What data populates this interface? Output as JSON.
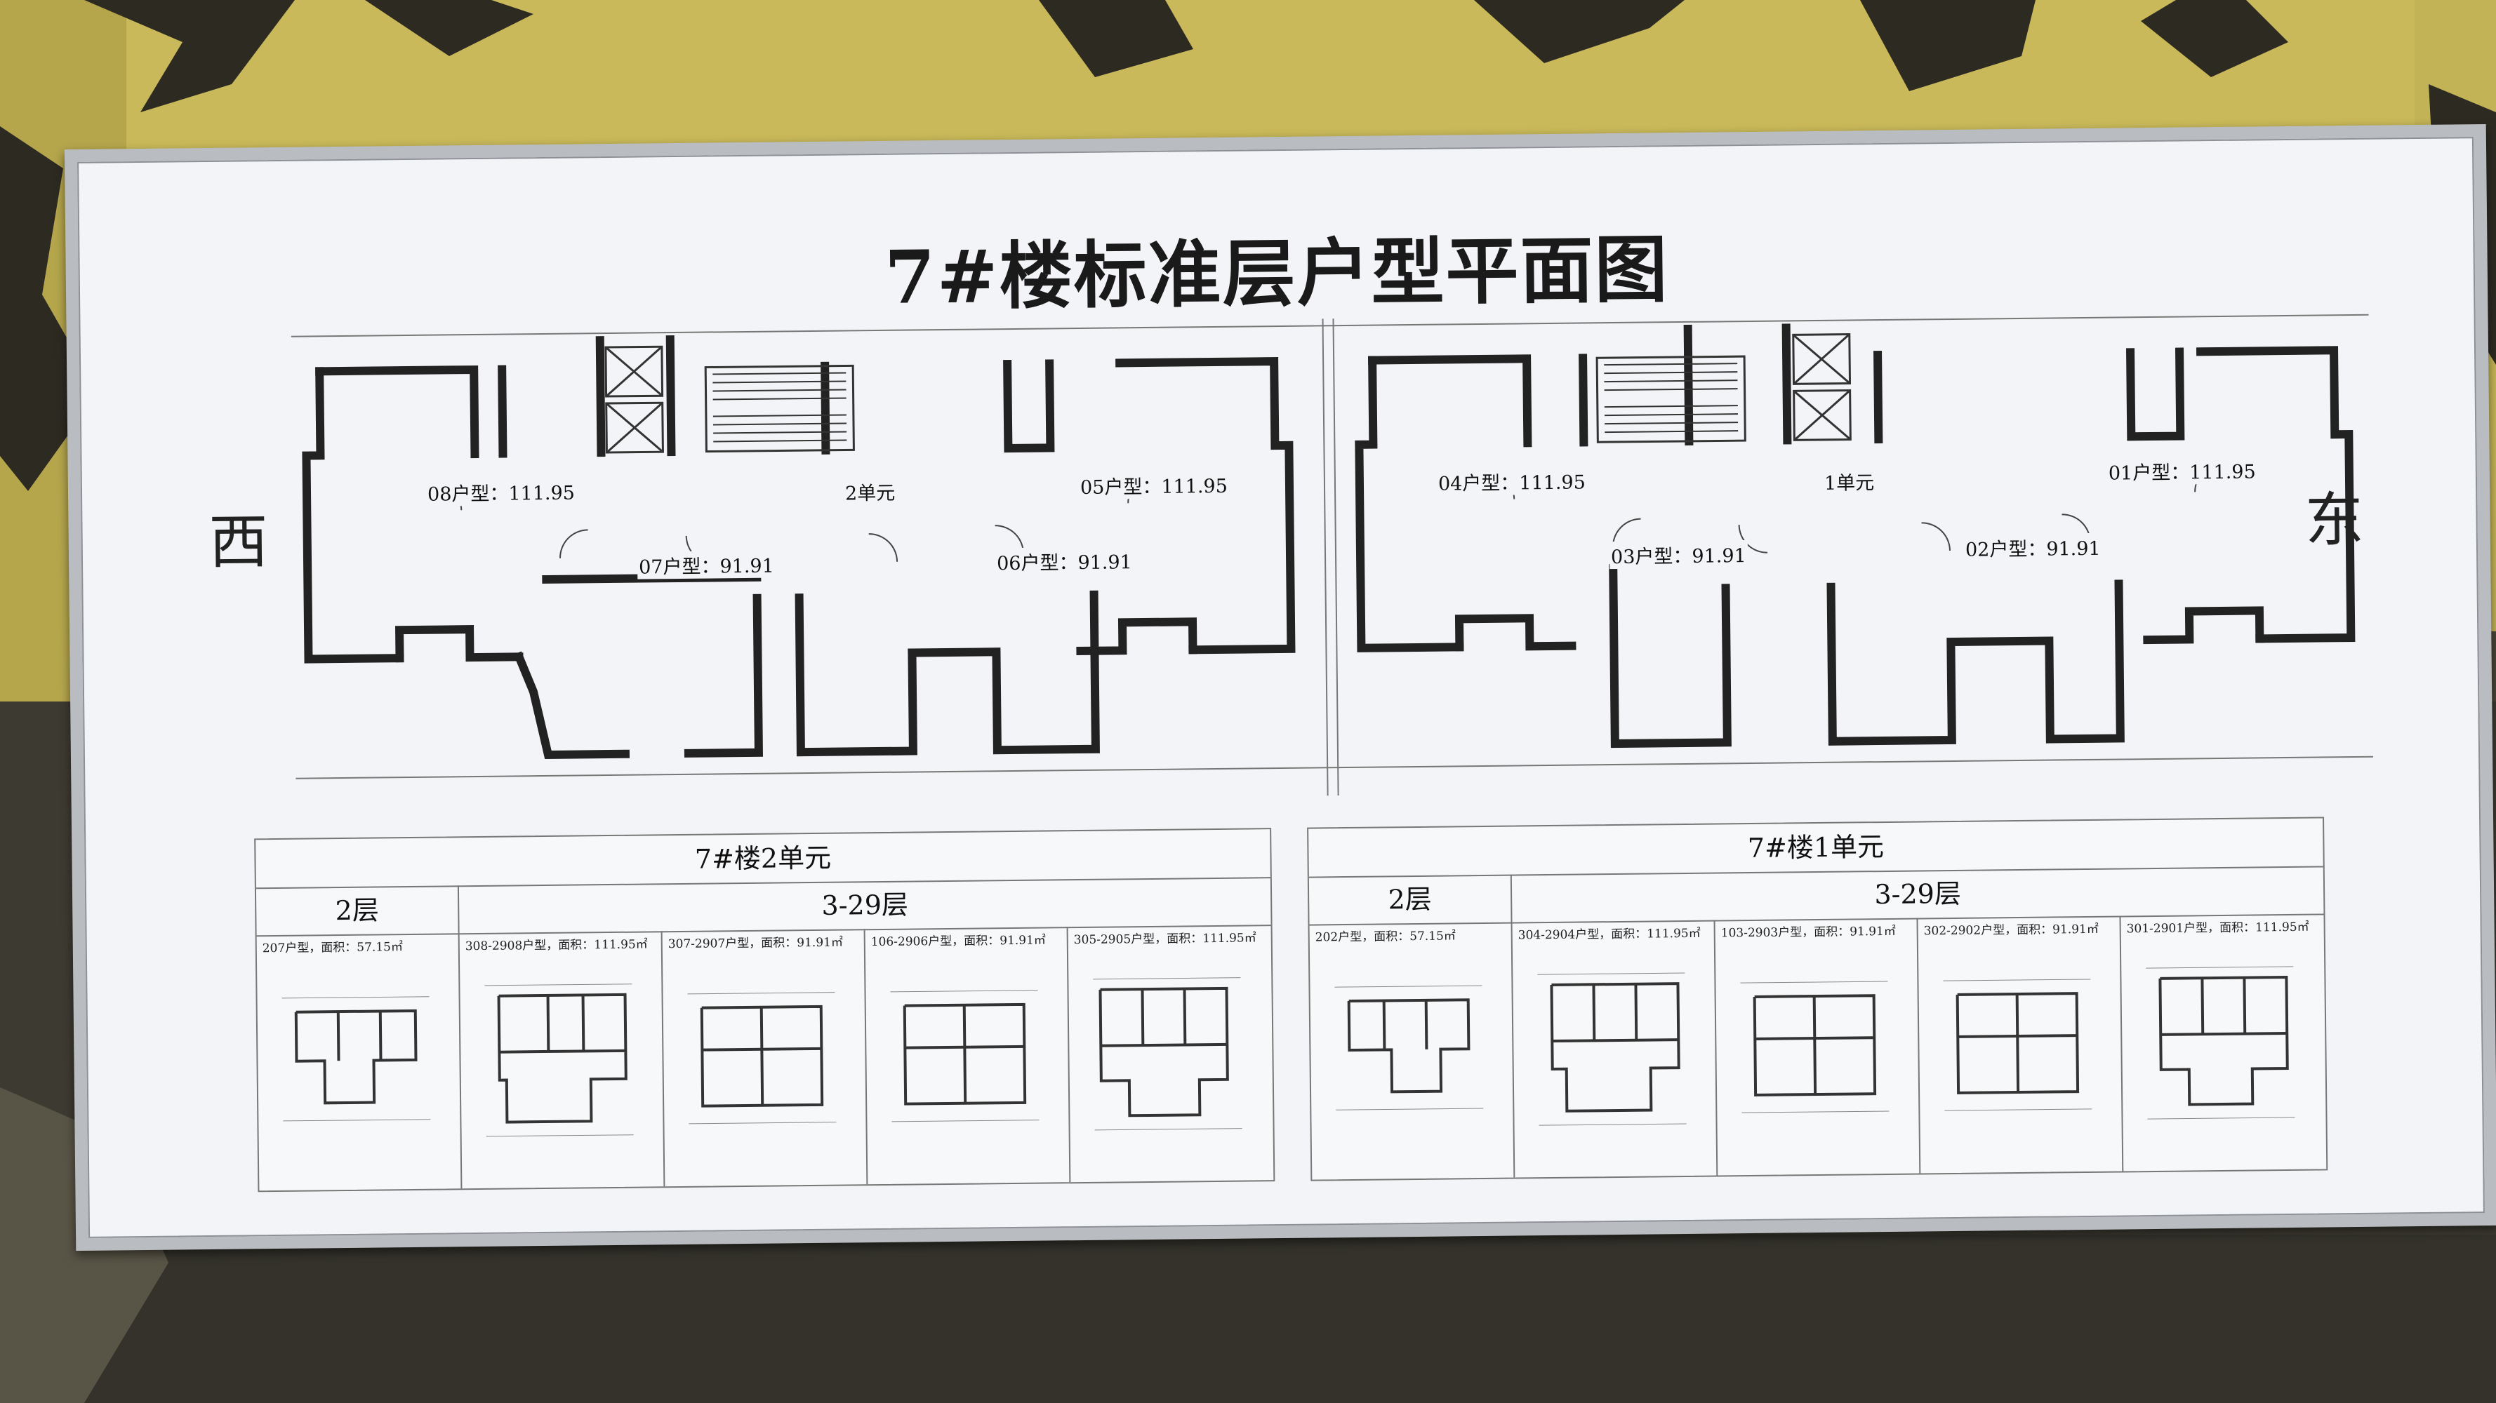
{
  "board": {
    "title": "7#楼标准层户型平面图",
    "west_label": "西",
    "east_label": "东"
  },
  "plan_labels": [
    "08户型：111.95",
    "2单元",
    "05户型：111.95",
    "07户型：91.91",
    "06户型：91.91",
    "04户型：111.95",
    "1单元",
    "01户型：111.95",
    "03户型：91.91",
    "02户型：91.91"
  ],
  "unit2_table": {
    "title": "7#楼2单元",
    "col_floor2": "2层",
    "col_floors": "3-29层",
    "plans": [
      {
        "caption": "207户型，面积：57.15㎡"
      },
      {
        "caption": "308-2908户型，面积：111.95㎡"
      },
      {
        "caption": "307-2907户型，面积：91.91㎡"
      },
      {
        "caption": "106-2906户型，面积：91.91㎡"
      },
      {
        "caption": "305-2905户型，面积：111.95㎡"
      }
    ]
  },
  "unit1_table": {
    "title": "7#楼1单元",
    "col_floor2": "2层",
    "col_floors": "3-29层",
    "plans": [
      {
        "caption": "202户型，面积：57.15㎡"
      },
      {
        "caption": "304-2904户型，面积：111.95㎡"
      },
      {
        "caption": "103-2903户型，面积：91.91㎡"
      },
      {
        "caption": "302-2902户型，面积：91.91㎡"
      },
      {
        "caption": "301-2901户型，面积：111.95㎡"
      }
    ]
  },
  "colors": {
    "wall_yellow": "#c9b95a",
    "wall_dark": "#2d2a22",
    "board_frame": "#b9bcc0",
    "board_face": "#f2f4f7",
    "ink": "#1a1a1a"
  }
}
